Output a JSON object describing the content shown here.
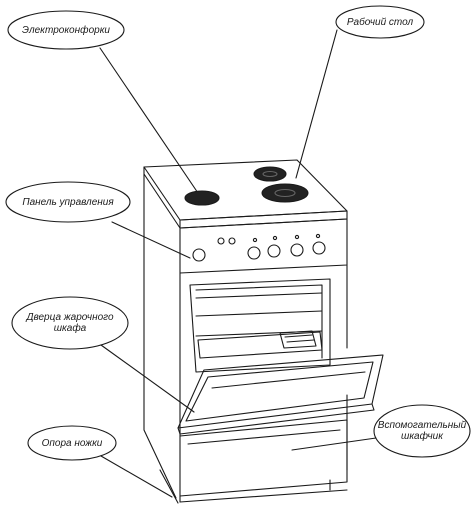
{
  "callouts": {
    "elektrokonforki": "Электроконфорки",
    "rabochiy_stol": "Рабочий стол",
    "panel_upravleniya": "Панель управления",
    "dvertsa": "Дверца жарочного\nшкафа",
    "opora_nozhki": "Опора ножки",
    "vspomogatelny": "Вспомогательный\nшкафчик"
  },
  "colors": {
    "ink": "#1a1a1a",
    "paper": "#ffffff",
    "burner": "#222222"
  }
}
